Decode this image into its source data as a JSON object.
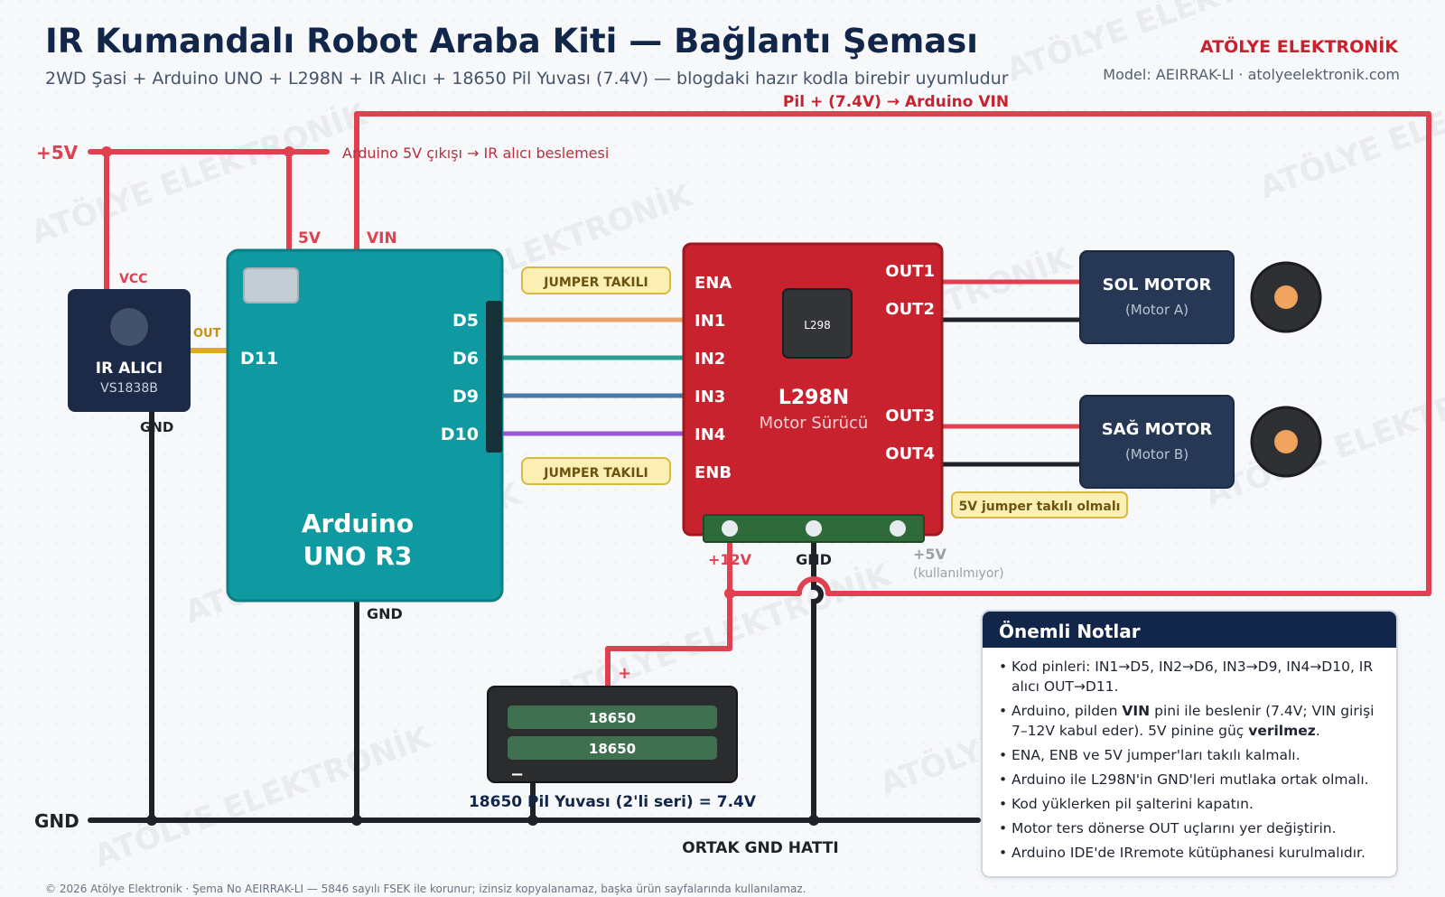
{
  "header": {
    "title": "IR Kumandalı Robot Araba Kiti — Bağlantı Şeması",
    "subtitle": "2WD Şasi + Arduino UNO + L298N + IR Alıcı + 18650 Pil Yuvası (7.4V) — blogdaki hazır kodla birebir uyumludur",
    "brand": "ATÖLYE ELEKTRONİK",
    "model": "Model: AEIRRAK-LI · atolyeelektronik.com"
  },
  "watermark": "ATÖLYE ELEKTRONİK",
  "rails": {
    "plus5_label": "+5V",
    "plus5_note": "Arduino 5V çıkışı → IR alıcı beslemesi",
    "vin_note": "Pil + (7.4V) → Arduino VIN",
    "gnd_label": "GND",
    "gnd_note": "ORTAK GND HATTI"
  },
  "ir_receiver": {
    "title": "IR ALICI",
    "model": "VS1838B",
    "vcc": "VCC",
    "out": "OUT",
    "gnd": "GND"
  },
  "arduino": {
    "name_line1": "Arduino",
    "name_line2": "UNO R3",
    "pin_5v": "5V",
    "pin_vin": "VIN",
    "pin_gnd": "GND",
    "pin_d11": "D11",
    "pins": [
      "D5",
      "D6",
      "D9",
      "D10"
    ]
  },
  "jumpers": {
    "top": "JUMPER TAKILI",
    "bottom": "JUMPER TAKILI",
    "five_v": "5V jumper takılı olmalı"
  },
  "driver": {
    "title": "L298N",
    "subtitle": "Motor Sürücü",
    "chip": "L298",
    "left_pins": [
      "ENA",
      "IN1",
      "IN2",
      "IN3",
      "IN4",
      "ENB"
    ],
    "out1": "OUT1",
    "out2": "OUT2",
    "out3": "OUT3",
    "out4": "OUT4",
    "term_12v": "+12V",
    "term_gnd": "GND",
    "term_5v": "+5V",
    "term_5v_note": "(kullanılmıyor)"
  },
  "motors": {
    "left_name": "SOL MOTOR",
    "left_sub": "(Motor A)",
    "right_name": "SAĞ MOTOR",
    "right_sub": "(Motor B)"
  },
  "battery": {
    "cell1": "18650",
    "cell2": "18650",
    "plus": "+",
    "minus": "−",
    "caption": "18650 Pil Yuvası (2'li seri) = 7.4V"
  },
  "notes": {
    "title": "Önemli Notlar",
    "n1": "Kod pinleri: IN1→D5, IN2→D6, IN3→D9, IN4→D10, IR alıcı OUT→D11.",
    "n2_a": "Arduino, pilden ",
    "n2_b": "VIN",
    "n2_c": " pini ile beslenir (7.4V; VIN girişi 7–12V kabul eder). 5V pinine güç ",
    "n2_d": "verilmez",
    "n2_e": ".",
    "n3": "ENA, ENB ve 5V jumper'ları takılı kalmalı.",
    "n4": "Arduino ile L298N'in GND'leri mutlaka ortak olmalı.",
    "n5": "Kod yüklerken pil şalterini kapatın.",
    "n6": "Motor ters dönerse OUT uçlarını yer değiştirin.",
    "n7": "Arduino IDE'de IRremote kütüphanesi kurulmalıdır."
  },
  "footer": "© 2026 Atölye Elektronik · Şema No AEIRRAK-LI — 5846 sayılı FSEK ile korunur; izinsiz kopyalanamaz, başka ürün sayfalarında kullanılamaz.",
  "colors": {
    "power": "#e0404f",
    "ground": "#1f2329",
    "signal_out": "#e0aa20",
    "in1": "#e8a36b",
    "in2": "#2a9d8f",
    "in3": "#4a7ba6",
    "in4": "#9b59d8",
    "arduino": "#0e9aa0",
    "driver": "#c8222e",
    "navy": "#12264a"
  }
}
